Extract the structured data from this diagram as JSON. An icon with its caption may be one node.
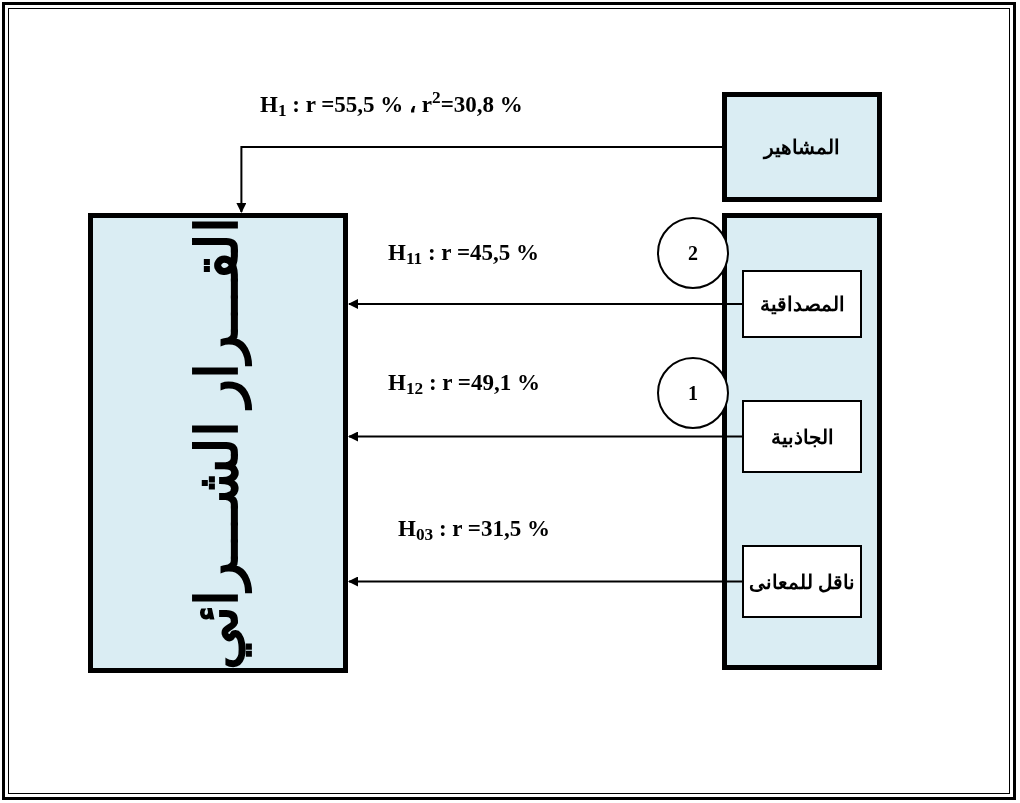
{
  "diagram": {
    "nodes": [
      {
        "text": [
          "القـــرار الشـــرائي"
        ]
      },
      {
        "text": [
          "المشاهير"
        ]
      },
      {
        "text": [],
        "shape": "box"
      },
      {
        "text": [
          "المصداقية"
        ],
        "in": 2
      },
      {
        "text": [
          "الجاذبية"
        ],
        "in": 2
      },
      {
        "text": [
          "ناقل للمعانى"
        ],
        "in": 2
      },
      {
        "text": [
          "2"
        ]
      },
      {
        "text": [
          "1"
        ]
      }
    ],
    "edges": [
      {
        "from": 1,
        "to": 0,
        "arrow": "to",
        "label": "H$_{1}$ : r =55,5 % ، r$^{2}$=30,8 %"
      },
      {
        "from": 3,
        "to": 0,
        "arrow": "to",
        "label": "H$_{11}$ : r =45,5 %"
      },
      {
        "from": 4,
        "to": 0,
        "arrow": "to",
        "label": "H$_{12}$ : r =49,1 %"
      },
      {
        "from": 5,
        "to": 0,
        "arrow": "to",
        "label": "H$_{03}$ : r =31,5 %"
      }
    ]
  }
}
